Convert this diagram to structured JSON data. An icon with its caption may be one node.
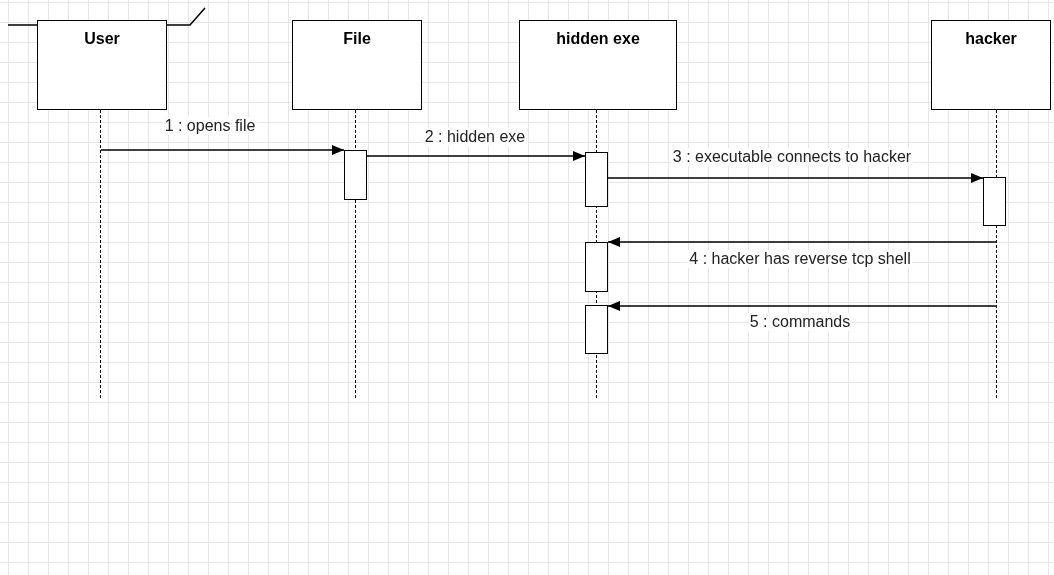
{
  "diagram": {
    "nodes": [
      {
        "text": [
          "User"
        ]
      },
      {
        "text": [
          "File"
        ]
      },
      {
        "text": [
          "hidden exe"
        ]
      },
      {
        "text": [
          "hacker"
        ]
      },
      {
        "text": [],
        "shape": "line"
      },
      {
        "text": [],
        "shape": "line"
      },
      {
        "text": [],
        "shape": "line"
      },
      {
        "text": [],
        "shape": "line"
      },
      {
        "text": [],
        "shape": "bar"
      },
      {
        "text": [],
        "shape": "bar"
      },
      {
        "text": [],
        "shape": "bar"
      },
      {
        "text": [],
        "shape": "bar"
      },
      {
        "text": [],
        "shape": "bar"
      }
    ],
    "edges": [
      {
        "from": 4,
        "to": 8,
        "arrow": "to",
        "label": "1 : opens file"
      },
      {
        "from": 8,
        "to": 9,
        "arrow": "to",
        "label": "2 : hidden exe"
      },
      {
        "from": 9,
        "to": 10,
        "arrow": "to",
        "label": "3 : executable connects to hacker"
      },
      {
        "from": 7,
        "to": 11,
        "arrow": "to",
        "label": "4 : hacker has reverse tcp shell"
      },
      {
        "from": 7,
        "to": 12,
        "arrow": "to",
        "label": "5 : commands"
      }
    ]
  }
}
